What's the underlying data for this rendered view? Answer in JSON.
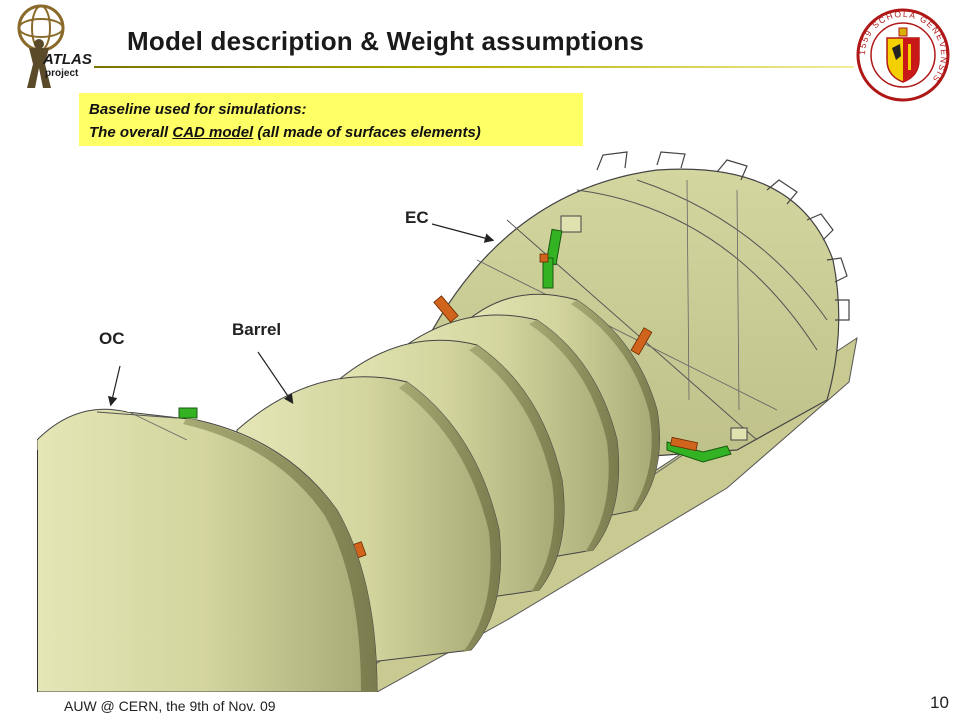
{
  "slide": {
    "title": "Model description & Weight assumptions",
    "callout": {
      "line1": "Baseline used for simulations:",
      "line2_pre": "The overall ",
      "line2_link": "CAD model",
      "line2_post": " (all made of surfaces elements)"
    },
    "labels": {
      "ec": "EC",
      "oc": "OC",
      "barrel": "Barrel"
    },
    "footer": "AUW @ CERN, the 9th of Nov. 09",
    "page_number": "10",
    "logos": {
      "atlas_line1": "ATLAS",
      "atlas_line2": "project",
      "unige_ring": "1559 SCHOLA GENEVENSIS"
    },
    "colors": {
      "accent": "#b8b000",
      "callout_bg": "#ffff66",
      "model_body": "#d6d8a4",
      "support_orange": "#d0641c",
      "support_green": "#33b324"
    }
  }
}
